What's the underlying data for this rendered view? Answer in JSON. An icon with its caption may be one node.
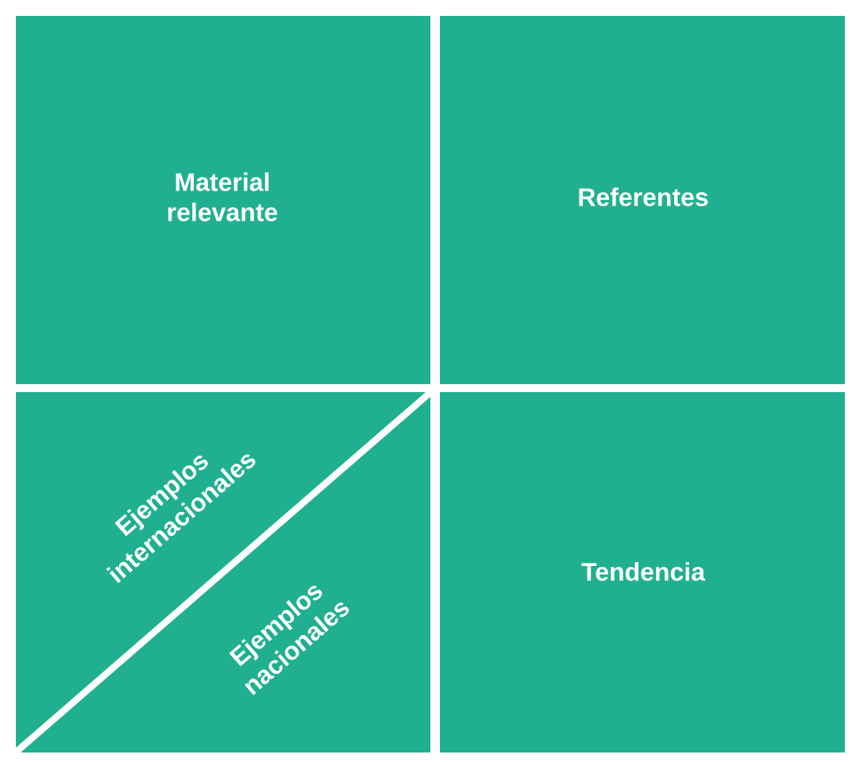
{
  "diagram": {
    "nodes": [
      {
        "text": [
          "Material relevante"
        ]
      },
      {
        "text": [
          "Referentes"
        ]
      },
      {
        "text": [
          "Ejemplos internacionales"
        ]
      },
      {
        "text": [
          "Ejemplos nacionales"
        ]
      },
      {
        "text": [
          "Tendencia"
        ]
      }
    ]
  }
}
